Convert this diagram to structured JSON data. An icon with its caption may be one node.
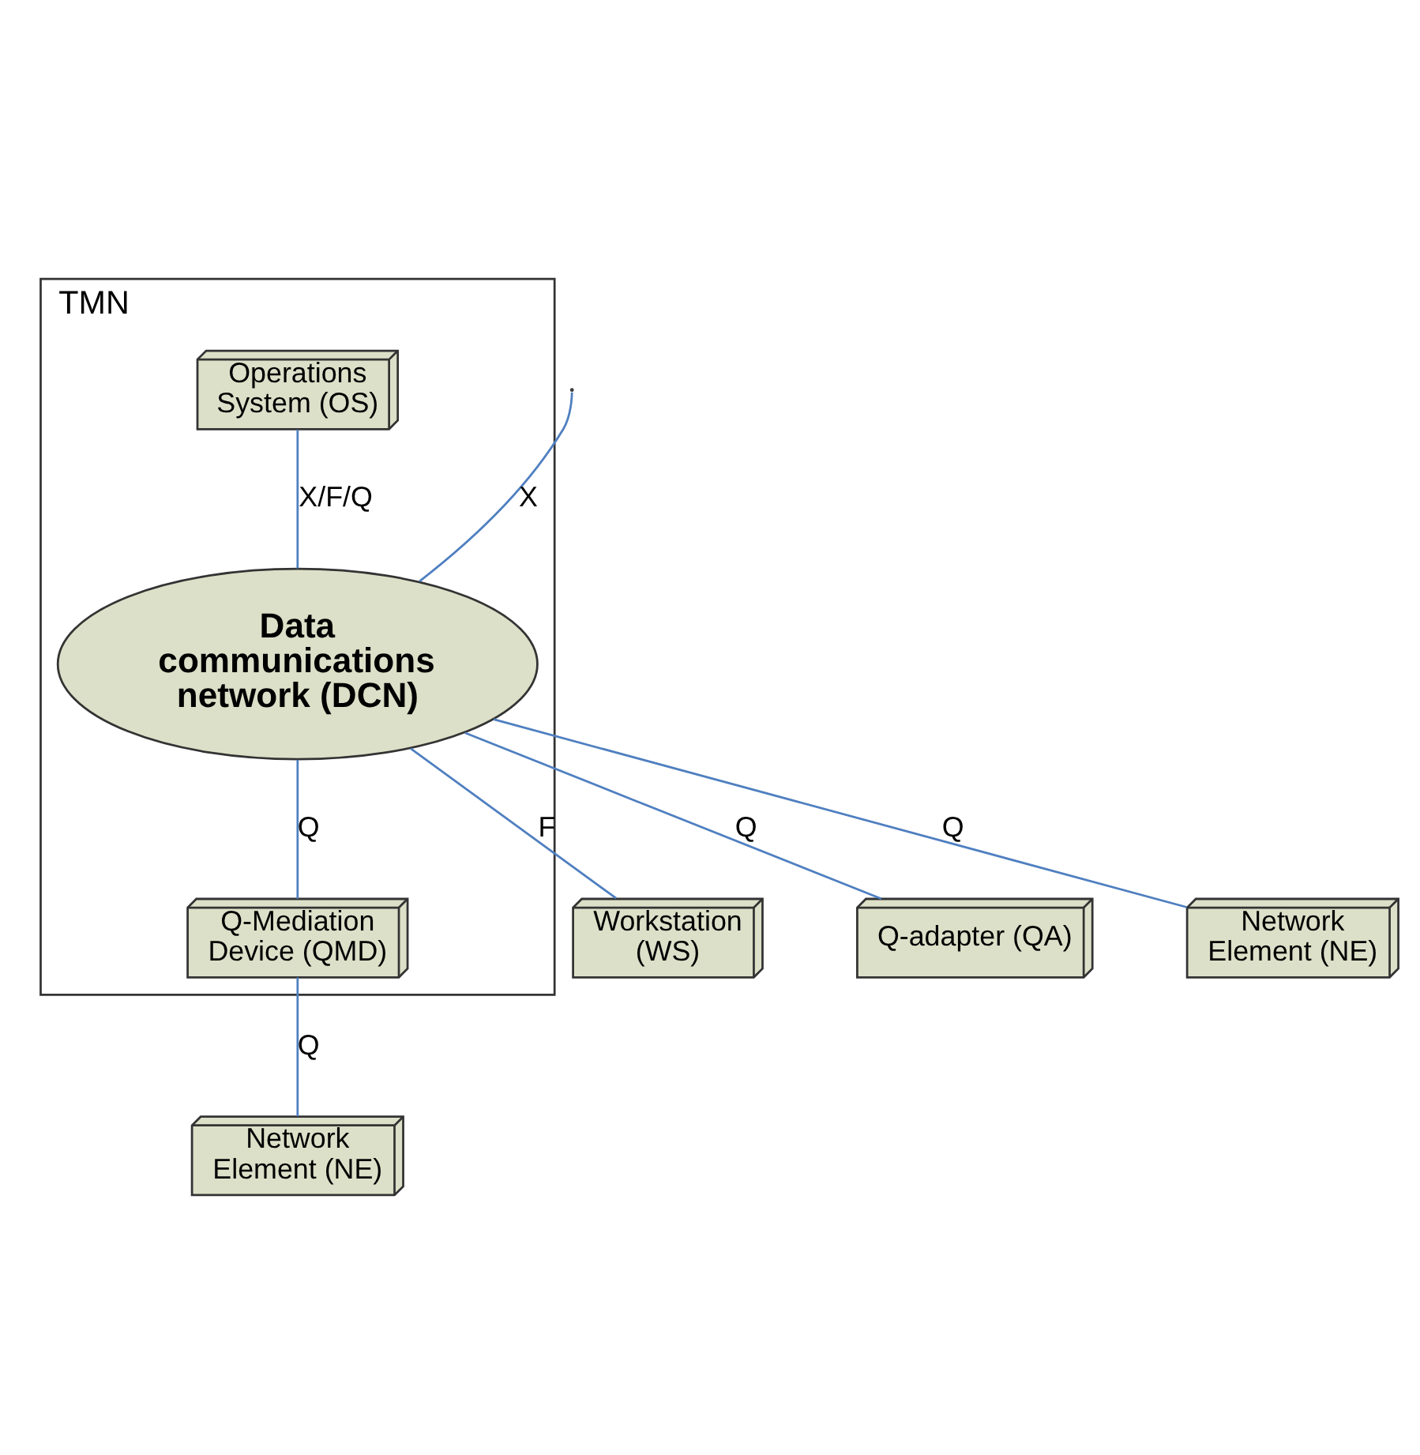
{
  "diagram": {
    "nodes": [
      {
        "text": [
          "TMN"
        ]
      },
      {
        "text": [
          "Operations System (OS)"
        ],
        "in": 0
      },
      {
        "text": [
          "Data communications network (DCN)"
        ],
        "in": 0
      },
      {
        "text": [
          "Workstation (WS)"
        ]
      },
      {
        "text": [
          "Q-Mediation Device (QMD)"
        ],
        "in": 0
      },
      {
        "text": [
          "Q-adapter (QA)"
        ]
      },
      {
        "text": [
          "Network Element (NE)"
        ]
      },
      {
        "text": [
          "Network Element (NE)"
        ]
      }
    ],
    "edges": [
      {
        "from": 1,
        "to": 2,
        "arrow": "none",
        "label": "X/F/Q"
      },
      {
        "from": null,
        "to": 2,
        "arrow": "none",
        "label": "X"
      },
      {
        "from": 2,
        "to": 3,
        "arrow": "none",
        "label": "F"
      },
      {
        "from": 2,
        "to": 4,
        "arrow": "none",
        "label": "Q"
      },
      {
        "from": 2,
        "to": 5,
        "arrow": "none",
        "label": "Q"
      },
      {
        "from": 2,
        "to": 6,
        "arrow": "none",
        "label": "Q"
      },
      {
        "from": 4,
        "to": 7,
        "arrow": "none",
        "label": "Q"
      }
    ]
  }
}
